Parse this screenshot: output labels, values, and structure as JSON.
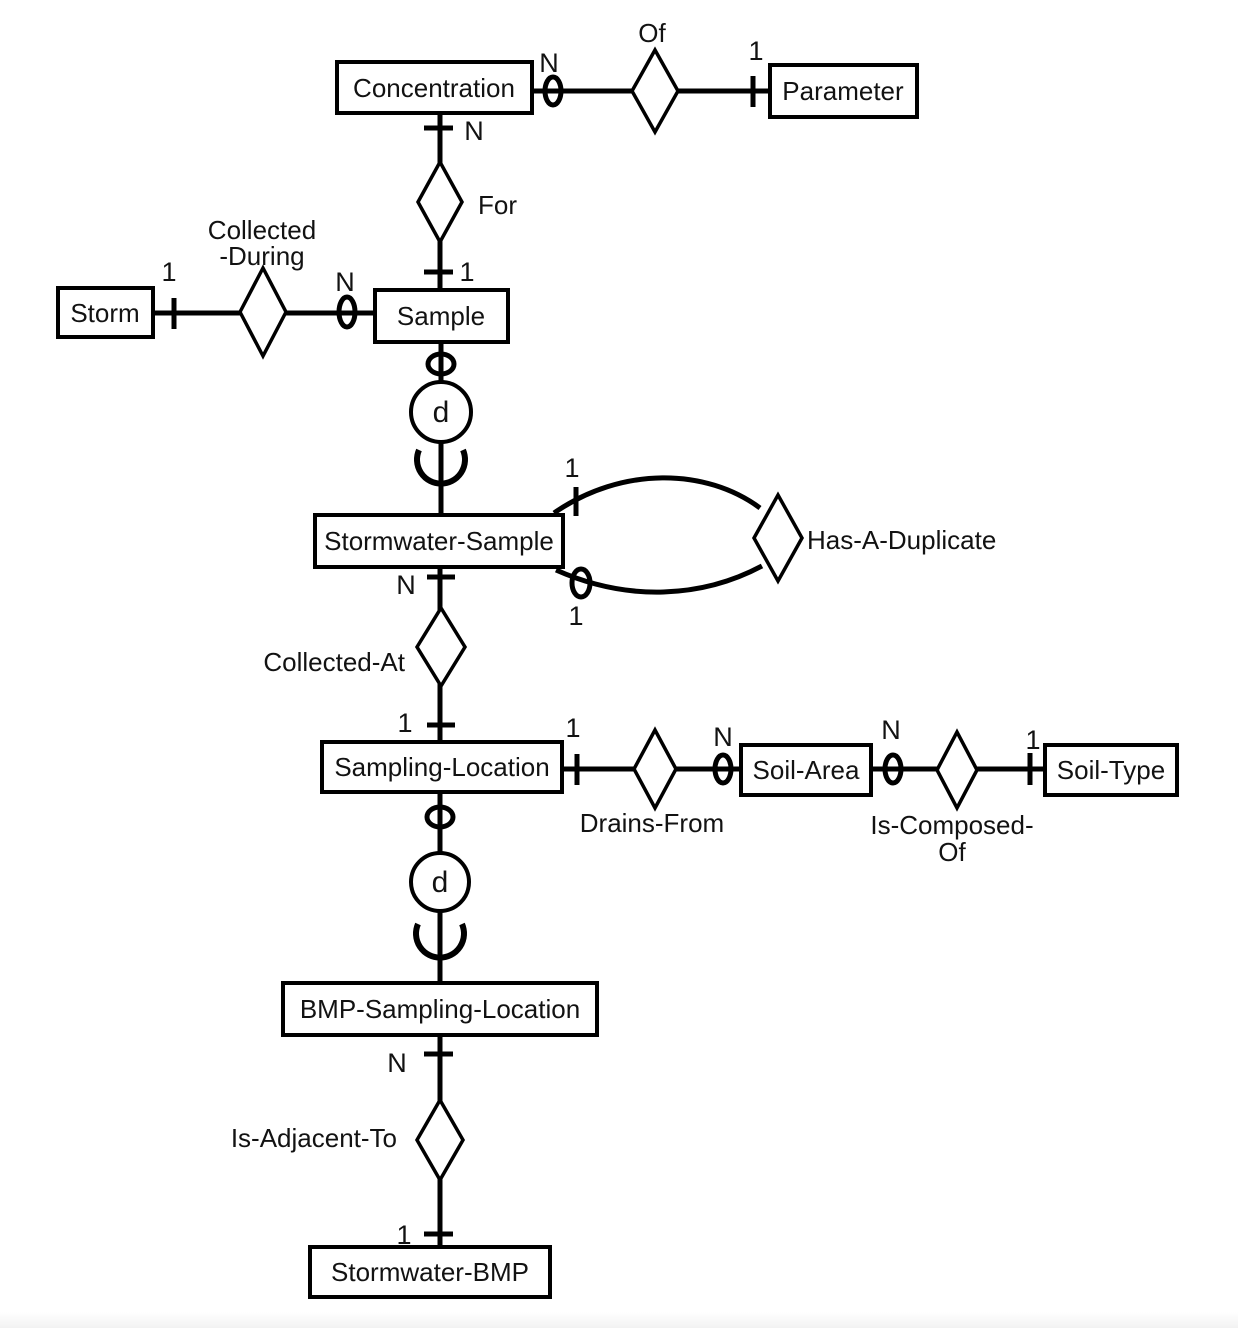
{
  "diagram": {
    "type": "entity-relationship-diagram",
    "colors": {
      "ink": "#000000",
      "background": "#ffffff",
      "box_fill": "#ffffff"
    },
    "entities": {
      "concentration": "Concentration",
      "parameter": "Parameter",
      "storm": "Storm",
      "sample": "Sample",
      "stormwater_sample": "Stormwater-Sample",
      "sampling_location": "Sampling-Location",
      "soil_area": "Soil-Area",
      "soil_type": "Soil-Type",
      "bmp_sampling_location": "BMP-Sampling-Location",
      "stormwater_bmp": "Stormwater-BMP"
    },
    "relationships": {
      "of": "Of",
      "for": "For",
      "collected_during_line1": "Collected",
      "collected_during_line2": "-During",
      "has_a_duplicate": "Has-A-Duplicate",
      "collected_at": "Collected-At",
      "drains_from": "Drains-From",
      "is_composed_of_line1": "Is-Composed-",
      "is_composed_of_line2": "Of",
      "is_adjacent_to": "Is-Adjacent-To"
    },
    "specialization": {
      "disjoint_1": "d",
      "disjoint_2": "d"
    },
    "card": {
      "of_concentration": "N",
      "of_parameter": "1",
      "for_concentration": "N",
      "for_sample": "1",
      "collected_during_storm": "1",
      "collected_during_sample": "N",
      "duplicate_top": "1",
      "duplicate_bottom": "1",
      "collected_at_stormwater_sample": "N",
      "collected_at_sampling_location": "1",
      "drains_from_sampling_location": "1",
      "drains_from_soil_area": "N",
      "is_composed_of_soil_area": "N",
      "is_composed_of_soil_type": "1",
      "is_adjacent_to_bmp": "N",
      "is_adjacent_to_stormwater_bmp": "1"
    }
  }
}
